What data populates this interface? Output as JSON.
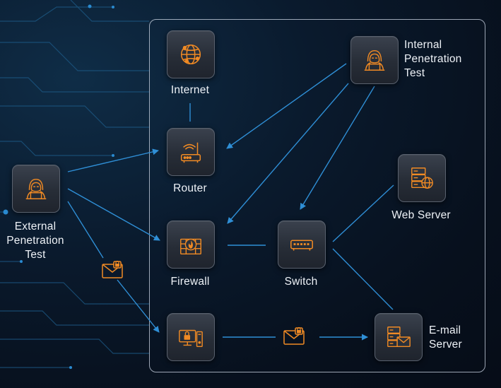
{
  "nodes": {
    "internet": {
      "label": "Internet",
      "icon": "globe-icon"
    },
    "router": {
      "label": "Router",
      "icon": "router-icon"
    },
    "firewall": {
      "label": "Firewall",
      "icon": "firewall-icon"
    },
    "switch": {
      "label": "Switch",
      "icon": "switch-icon"
    },
    "workstation": {
      "label": "",
      "icon": "computer-lock-icon"
    },
    "internal_pentest": {
      "label_lines": [
        "Internal",
        "Penetration",
        "Test"
      ],
      "icon": "hacker-icon"
    },
    "external_pentest": {
      "label_lines": [
        "External",
        "Penetration",
        "Test"
      ],
      "icon": "hacker-icon"
    },
    "web_server": {
      "label": "Web Server",
      "icon": "server-globe-icon"
    },
    "email_server": {
      "label_lines": [
        "E-mail",
        "Server"
      ],
      "icon": "server-mail-icon"
    }
  },
  "badges": [
    "locked-mail-icon",
    "locked-mail-icon"
  ],
  "colors": {
    "accent_orange": "#f08a24",
    "connector_blue": "#2f8fd6",
    "frame_border": "#cdd7e6",
    "label_text": "#eef2f7"
  }
}
